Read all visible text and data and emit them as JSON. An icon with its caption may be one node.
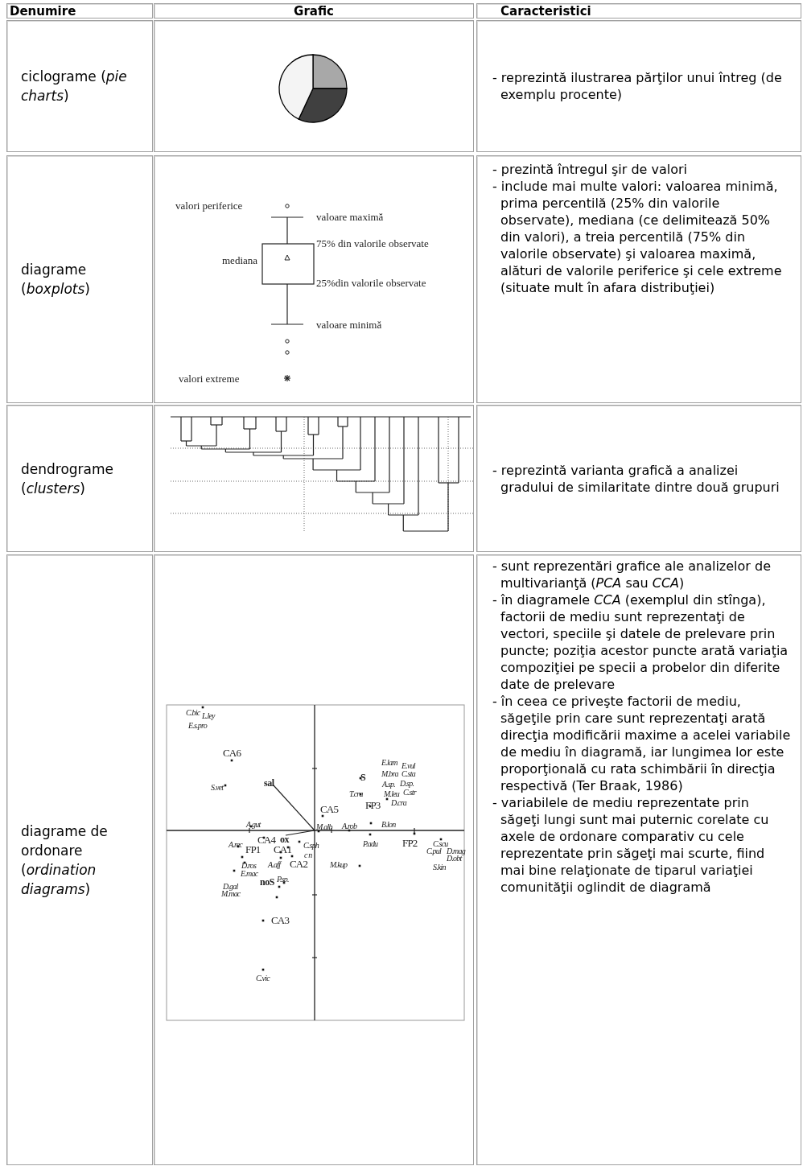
{
  "diagram": {
    "labels": [
      "Denumire",
      "Grafic",
      "Caracteristici",
      "ciclograme (*pie charts*)",
      "- reprezintă ilustrarea părţilor unui întreg (de exemplu procente)",
      "diagrame (*boxplots*)",
      "valori periferice",
      "valoare maximă",
      "75% din valorile observate",
      "mediana",
      "25%din valorile observate",
      "valoare minimă",
      "valori extreme",
      "- prezintă întregul şir de valori",
      "- include mai multe valori: valoarea minimă, prima percentilă (25% din valorile observate), mediana (ce delimitează 50% din valori), a treia percentilă (75% din valorile observate) şi valoarea maximă, alături de valorile periferice şi cele extreme (situate mult în afara distribuţiei)",
      "dendrograme (*clusters*)",
      "- reprezintă varianta grafică a analizei gradului de similaritate dintre două grupuri",
      "diagrame de ordonare (*ordination diagrams*)",
      "C.bic",
      "L.ley",
      "E.s.pro",
      "CA6",
      "S.vet",
      "sal",
      "CA5",
      "S",
      "T.cra",
      "FP3",
      "E.lam",
      "E.vul",
      "M.bra",
      "C.sta",
      "A.sp.",
      "D.sp.",
      "M.leu",
      "C.str",
      "D.cra",
      "A.gut",
      "M.alb",
      "A.rob",
      "B.lon",
      "A.rec",
      "CA4",
      "ox",
      "C.sph",
      "P.adu",
      "FP2",
      "C.scu",
      "FP1",
      "CA1",
      "c n",
      "C.pul",
      "D.mag",
      "D.obt",
      "D.ros",
      "A.aff",
      "CA2",
      "M.kup",
      "S.kin",
      "E.mac",
      "noS",
      "P.sp.",
      "D.gal",
      "M.mac",
      "CA3",
      "C.vic",
      "- sunt reprezentări grafice ale analizelor de multivarianţă (*PCA* sau *CCA*)",
      "- în diagramele *CCA* (exemplul din stînga), factorii de mediu sunt reprezentaţi de vectori, speciile şi datele de prelevare prin puncte; poziţia acestor puncte arată variaţia compoziţiei pe specii a probelor din diferite date de prelevare",
      "- în ceea ce priveşte factorii de mediu, săgeţile prin care sunt reprezentaţi arată direcţia modificării maxime a acelei variabile de mediu în diagramă, iar lungimea lor este proporţională cu rata schimbării în direcţia respectivă (Ter Braak, 1986)",
      "- variabilele de mediu reprezentate prin săgeţi lungi sunt mai puternic corelate cu axele de ordonare comparativ cu cele reprezentate prin săgeţi mai scurte, fiind mai bine relaţionate de tiparul variaţiei comunităţii oglindit de diagramă"
    ]
  }
}
